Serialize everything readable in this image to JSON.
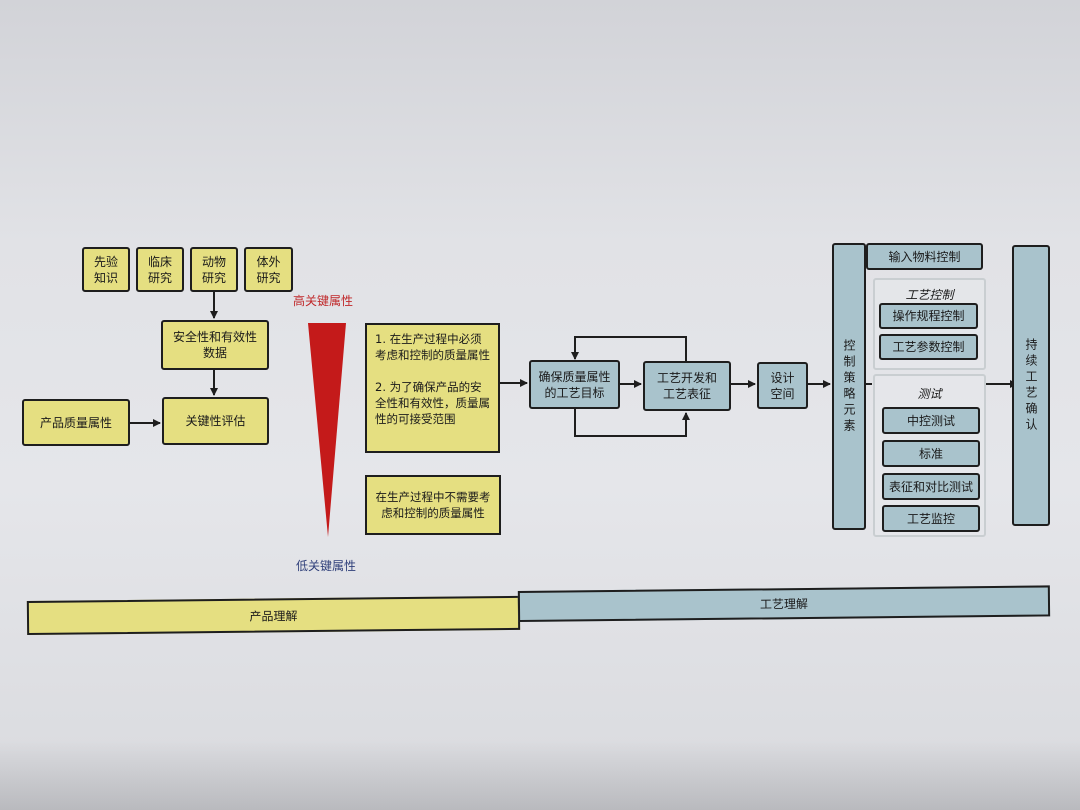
{
  "top_boxes": [
    "先验\n知识",
    "临床\n研究",
    "动物\n研究",
    "体外\n研究"
  ],
  "safety_data": "安全性和有效性\n数据",
  "product_quality_attr": "产品质量属性",
  "criticality_assessment": "关键性评估",
  "high_label": "高关键属性",
  "low_label": "低关键属性",
  "note_high": "1. 在生产过程中必须考虑和控制的质量属性\n\n2. 为了确保产品的安全性和有效性，质量属性的可接受范围",
  "note_low": "在生产过程中不需要考虑和控制的质量属性",
  "ensure_target": "确保质量属性\n的工艺目标",
  "process_dev": "工艺开发和\n工艺表征",
  "design_space": "设计\n空间",
  "control_strategy": "控制策略元素",
  "input_material": "输入物料控制",
  "process_control": {
    "title": "工艺控制",
    "items": [
      "操作规程控制",
      "工艺参数控制"
    ]
  },
  "testing": {
    "title": "测试",
    "items": [
      "中控测试",
      "标准",
      "表征和对比测试",
      "工艺监控"
    ]
  },
  "continuous_verification": "持续工艺确认",
  "footer": {
    "product_understanding": "产品理解",
    "process_understanding": "工艺理解"
  },
  "colors": {
    "yellow": "#e5df81",
    "blue": "#a9c3cc",
    "red": "#c41a1a",
    "high_label": "#c0282a",
    "low_label": "#2f3f7a"
  }
}
